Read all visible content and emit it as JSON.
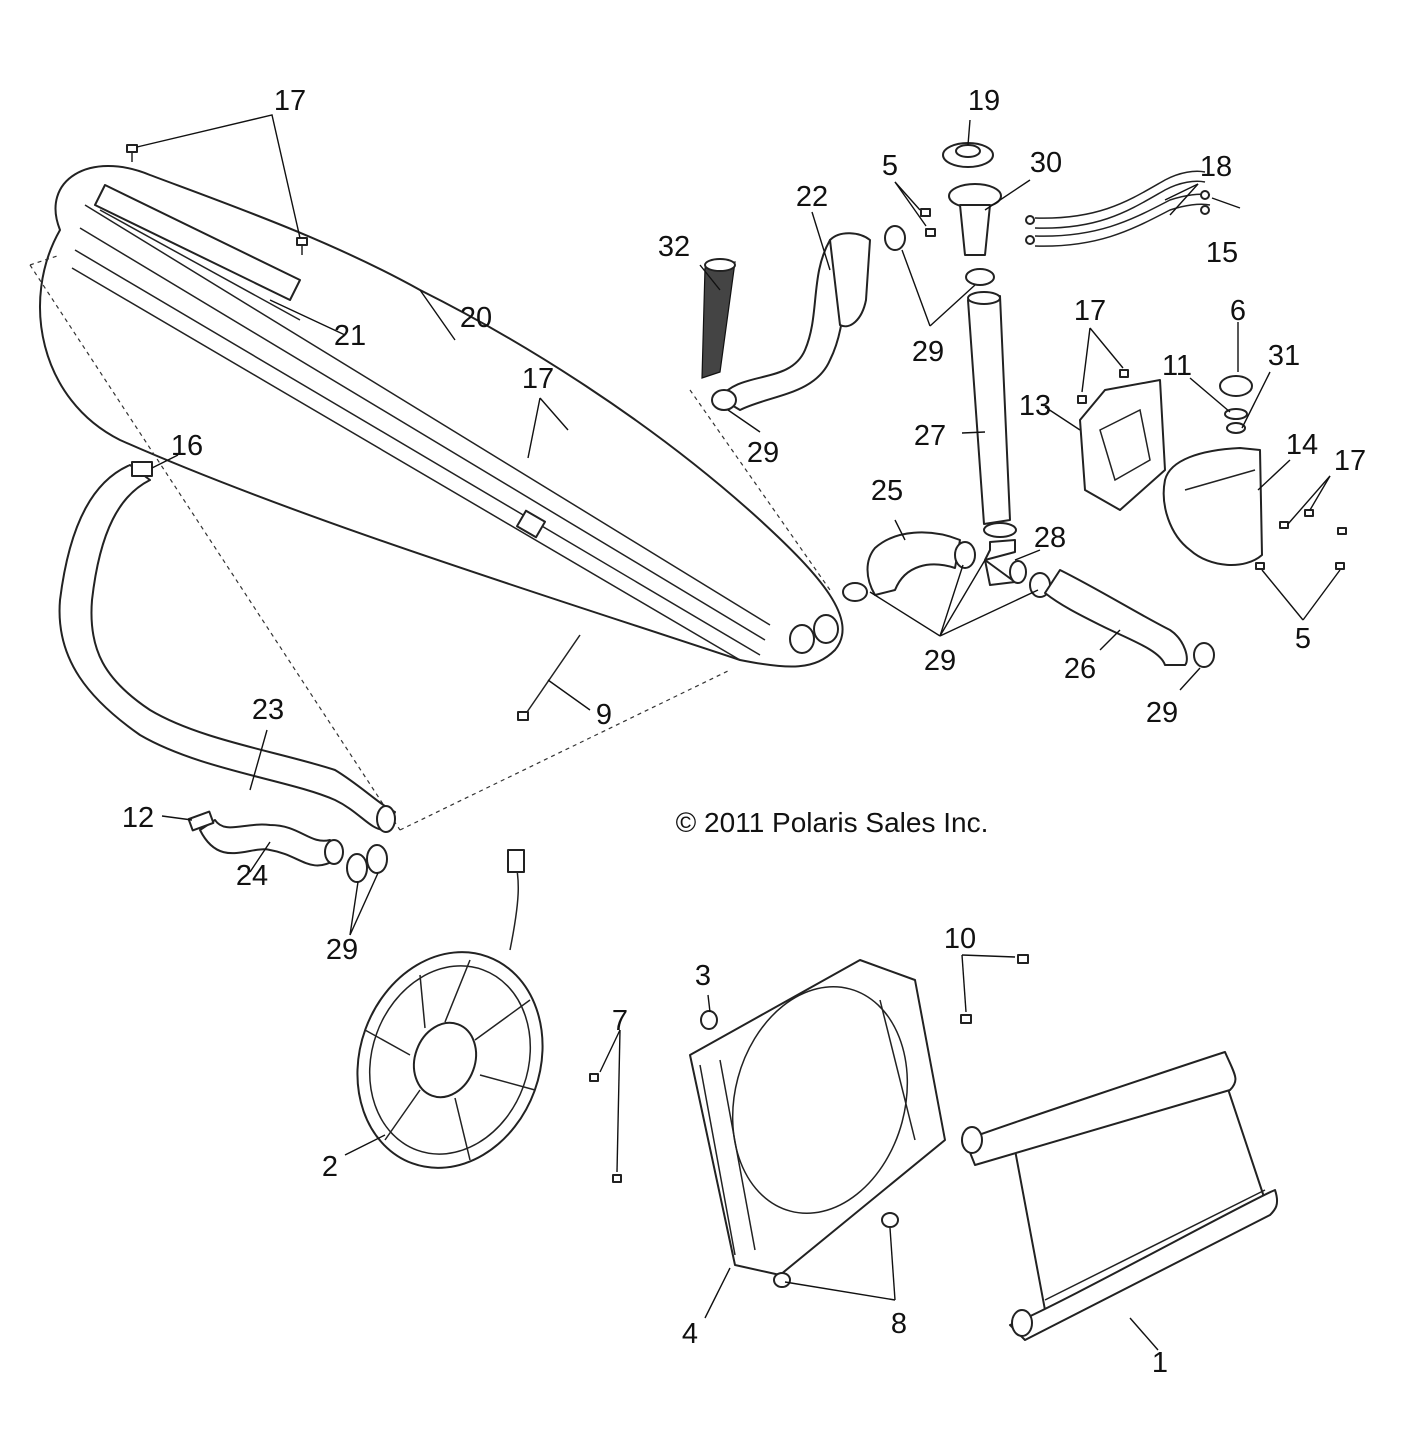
{
  "copyright": "© 2011 Polaris Sales Inc.",
  "callouts": {
    "c1": "1",
    "c2": "2",
    "c3": "3",
    "c4": "4",
    "c5a": "5",
    "c5b": "5",
    "c6": "6",
    "c7": "7",
    "c8": "8",
    "c9": "9",
    "c10": "10",
    "c11": "11",
    "c12": "12",
    "c13": "13",
    "c14": "14",
    "c15": "15",
    "c16": "16",
    "c17a": "17",
    "c17b": "17",
    "c17c": "17",
    "c17d": "17",
    "c18": "18",
    "c19": "19",
    "c20": "20",
    "c21": "21",
    "c22": "22",
    "c23": "23",
    "c24": "24",
    "c25": "25",
    "c26": "26",
    "c27": "27",
    "c28": "28",
    "c29a": "29",
    "c29b": "29",
    "c29c": "29",
    "c29d": "29",
    "c29e": "29",
    "c30": "30",
    "c31": "31",
    "c32": "32"
  }
}
